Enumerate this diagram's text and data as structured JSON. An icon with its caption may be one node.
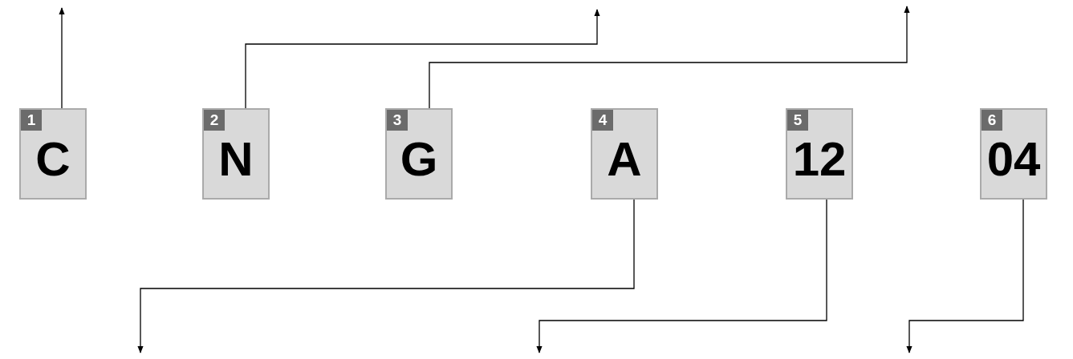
{
  "diagram": {
    "nodes": [
      {
        "text": [
          "1",
          "C"
        ]
      },
      {
        "text": [
          "2",
          "N"
        ]
      },
      {
        "text": [
          "3",
          "G"
        ]
      },
      {
        "text": [
          "4",
          "A"
        ]
      },
      {
        "text": [
          "5",
          "12"
        ]
      },
      {
        "text": [
          "6",
          "04"
        ]
      }
    ],
    "edges": [
      {
        "from": 0,
        "to": null,
        "arrow": "to"
      },
      {
        "from": 1,
        "to": null,
        "arrow": "to"
      },
      {
        "from": 2,
        "to": null,
        "arrow": "to"
      },
      {
        "from": 3,
        "to": null,
        "arrow": "to"
      },
      {
        "from": 4,
        "to": null,
        "arrow": "to"
      },
      {
        "from": 5,
        "to": null,
        "arrow": "to"
      }
    ]
  }
}
